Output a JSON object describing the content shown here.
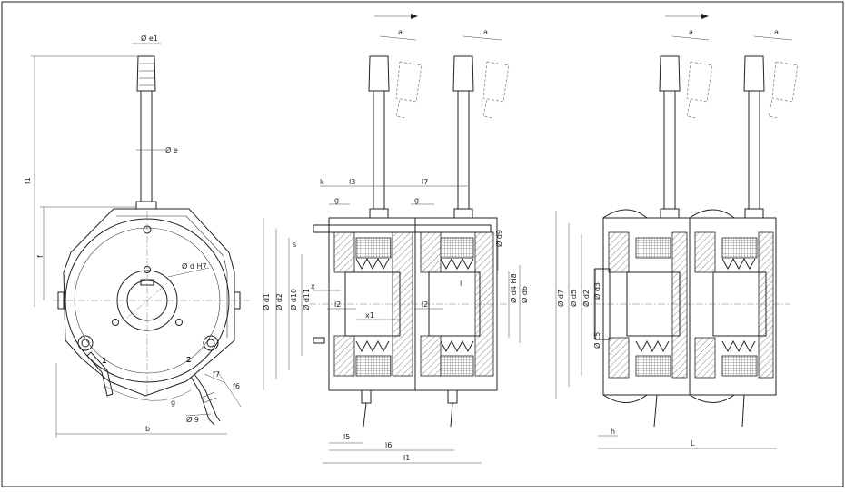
{
  "labels": {
    "e1": "Ø e1",
    "e": "Ø e",
    "dH7": "Ø d H7",
    "f1": "f1",
    "f": "f",
    "b": "b",
    "g": "g",
    "d9": "Ø 9",
    "f7": "f7",
    "f6": "f6",
    "n1": "1",
    "n2": "2",
    "a": "a",
    "k": "k",
    "l3": "l3",
    "l7": "l7",
    "s": "s",
    "d1": "Ø d1",
    "d2": "Ø d2",
    "d10": "Ø d10",
    "d11": "Ø d11",
    "x": "x",
    "l2": "l2",
    "x1": "x1",
    "l": "l",
    "d9b": "Ø d9",
    "d4H8": "Ø d4 H8",
    "d6": "Ø d6",
    "l5": "l5",
    "l6": "l6",
    "l1": "l1",
    "d7": "Ø d7",
    "d5": "Ø d5",
    "d3": "Ø d3",
    "c5": "Ø c5",
    "h": "h",
    "L": "L"
  }
}
